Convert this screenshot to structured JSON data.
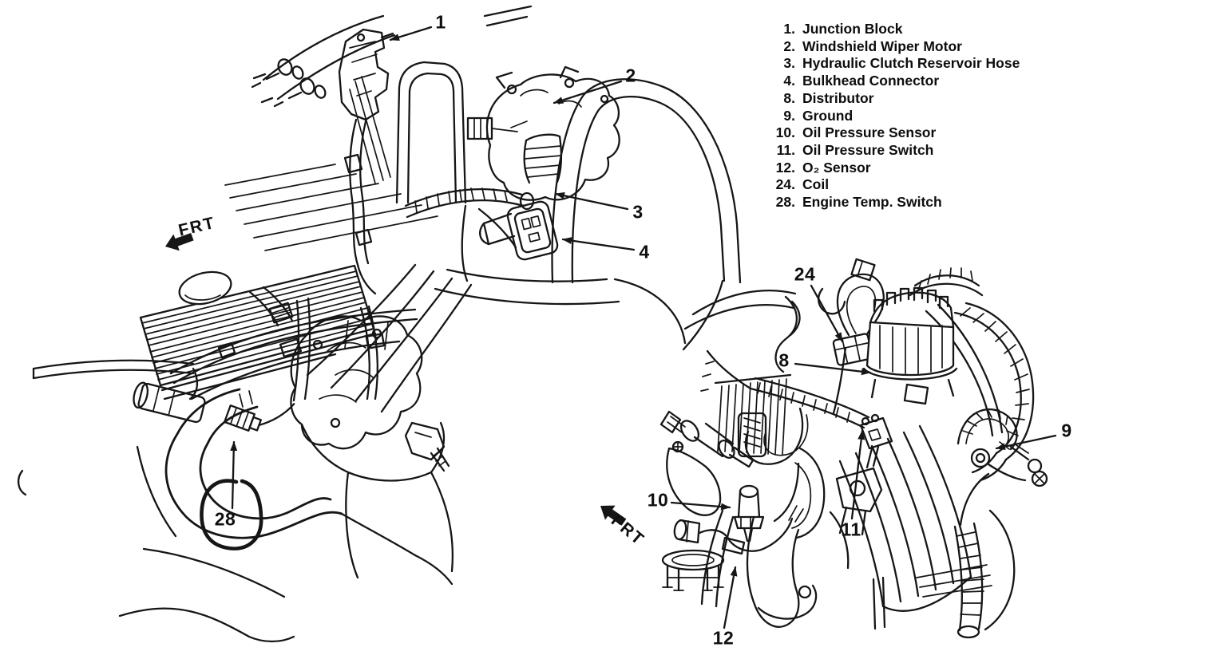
{
  "page": {
    "background": "#ffffff",
    "ink": "#161616",
    "top_border": {
      "highlight": "#90a4d4",
      "line": "#1b2a4e"
    }
  },
  "legend": {
    "items": [
      {
        "num": "1.",
        "label": "Junction Block"
      },
      {
        "num": "2.",
        "label": "Windshield Wiper Motor"
      },
      {
        "num": "3.",
        "label": "Hydraulic Clutch Reservoir Hose"
      },
      {
        "num": "4.",
        "label": "Bulkhead Connector"
      },
      {
        "num": "8.",
        "label": "Distributor"
      },
      {
        "num": "9.",
        "label": "Ground"
      },
      {
        "num": "10.",
        "label": "Oil Pressure Sensor"
      },
      {
        "num": "11.",
        "label": "Oil Pressure Switch"
      },
      {
        "num": "12.",
        "label": "O₂ Sensor"
      },
      {
        "num": "24.",
        "label": "Coil"
      },
      {
        "num": "28.",
        "label": "Engine Temp. Switch"
      }
    ]
  },
  "callouts": {
    "left": {
      "junction_block": "1",
      "wiper_motor": "2",
      "clutch_reservoir_hose": "3",
      "bulkhead_connector": "4",
      "engine_temp_switch": "28"
    },
    "right": {
      "coil": "24",
      "distributor": "8",
      "ground": "9",
      "oil_pressure_sensor": "10",
      "oil_pressure_switch": "11",
      "o2_sensor": "12"
    }
  },
  "frt": {
    "left": "FRT",
    "right": "FRT"
  },
  "annotation": {
    "color": "#e21d1d",
    "circled_callout": "28"
  }
}
